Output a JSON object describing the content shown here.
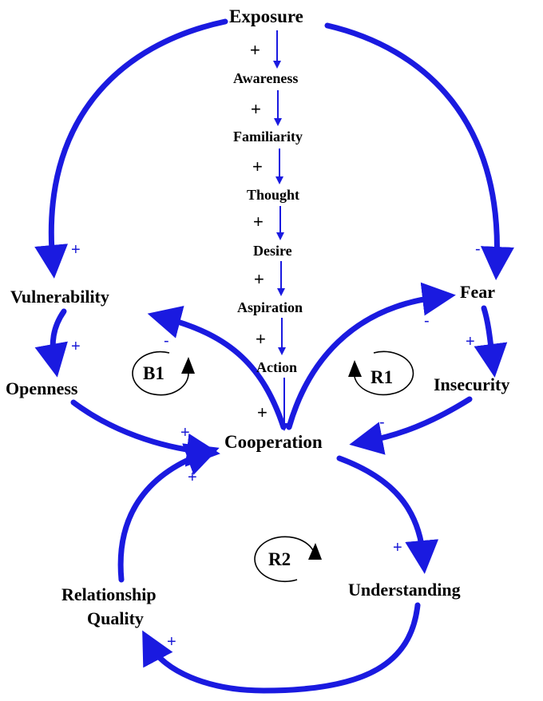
{
  "colors": {
    "link": "#1a1ae0",
    "polarity": "#1a1ad6",
    "text": "#000000"
  },
  "nodes": {
    "exposure": "Exposure",
    "awareness": "Awareness",
    "familiarity": "Familiarity",
    "thought": "Thought",
    "desire": "Desire",
    "aspiration": "Aspiration",
    "action": "Action",
    "vulnerability": "Vulnerability",
    "openness": "Openness",
    "fear": "Fear",
    "insecurity": "Insecurity",
    "cooperation": "Cooperation",
    "understanding": "Understanding",
    "relationship_quality_line1": "Relationship",
    "relationship_quality_line2": "Quality"
  },
  "loops": {
    "b1": "B1",
    "r1": "R1",
    "r2": "R2"
  },
  "polarities": {
    "exposure_awareness": "+",
    "awareness_familiarity": "+",
    "familiarity_thought": "+",
    "thought_desire": "+",
    "desire_aspiration": "+",
    "aspiration_action": "+",
    "action_cooperation": "+",
    "exposure_vulnerability": "+",
    "exposure_fear": "-",
    "vulnerability_openness": "+",
    "cooperation_vulnerability": "-",
    "cooperation_fear": "-",
    "fear_insecurity": "+",
    "insecurity_cooperation": "-",
    "openness_cooperation": "+",
    "relationship_cooperation": "+",
    "cooperation_understanding": "+",
    "understanding_relationship": "+"
  }
}
